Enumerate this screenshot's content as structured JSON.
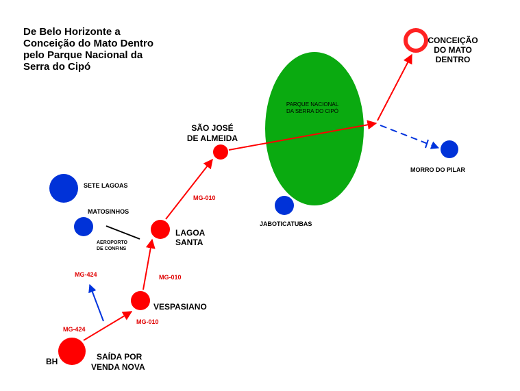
{
  "title": {
    "lines": [
      "De Belo Horizonte a",
      "Conceição do Mato Dentro",
      "pelo Parque Nacional da",
      "Serra do Cipó"
    ]
  },
  "colors": {
    "route_red": "#ff0000",
    "detour_blue": "#0033dd",
    "park_green": "#0aaa10",
    "town_blue": "#0032d8",
    "road_label_red": "#e00000",
    "road_black": "#000000",
    "destination_ring": "#ff2222"
  },
  "park": {
    "label_lines": [
      "PARQUE NACIONAL",
      "DA SERRA DO CIPÓ"
    ]
  },
  "places": {
    "bh": {
      "label": "BH"
    },
    "saida": {
      "label_lines": [
        "SAÍDA POR",
        "VENDA NOVA"
      ]
    },
    "vespasiano": {
      "label": "VESPASIANO"
    },
    "lagoa_santa": {
      "label_lines": [
        "LAGOA",
        "SANTA"
      ]
    },
    "sao_jose": {
      "label_lines": [
        "SÃO JOSÉ",
        "DE ALMEIDA"
      ]
    },
    "conceicao": {
      "label_lines": [
        "CONCEIÇÃO",
        "DO MATO",
        "DENTRO"
      ]
    },
    "morro_do_pilar": {
      "label": "MORRO DO PILAR"
    },
    "jaboticatubas": {
      "label": "JABOTICATUBAS"
    },
    "sete_lagoas": {
      "label": "SETE LAGOAS"
    },
    "matosinhos": {
      "label": "MATOSINHOS"
    },
    "aeroporto": {
      "label_lines": [
        "AEROPORTO",
        "DE CONFINS"
      ]
    }
  },
  "roads": {
    "mg424_on_route": "MG-424",
    "mg424_branch": "MG-424",
    "mg010_vespasiano": "MG-010",
    "mg010_lagoa": "MG-010",
    "mg010_sao_jose": "MG-010"
  }
}
